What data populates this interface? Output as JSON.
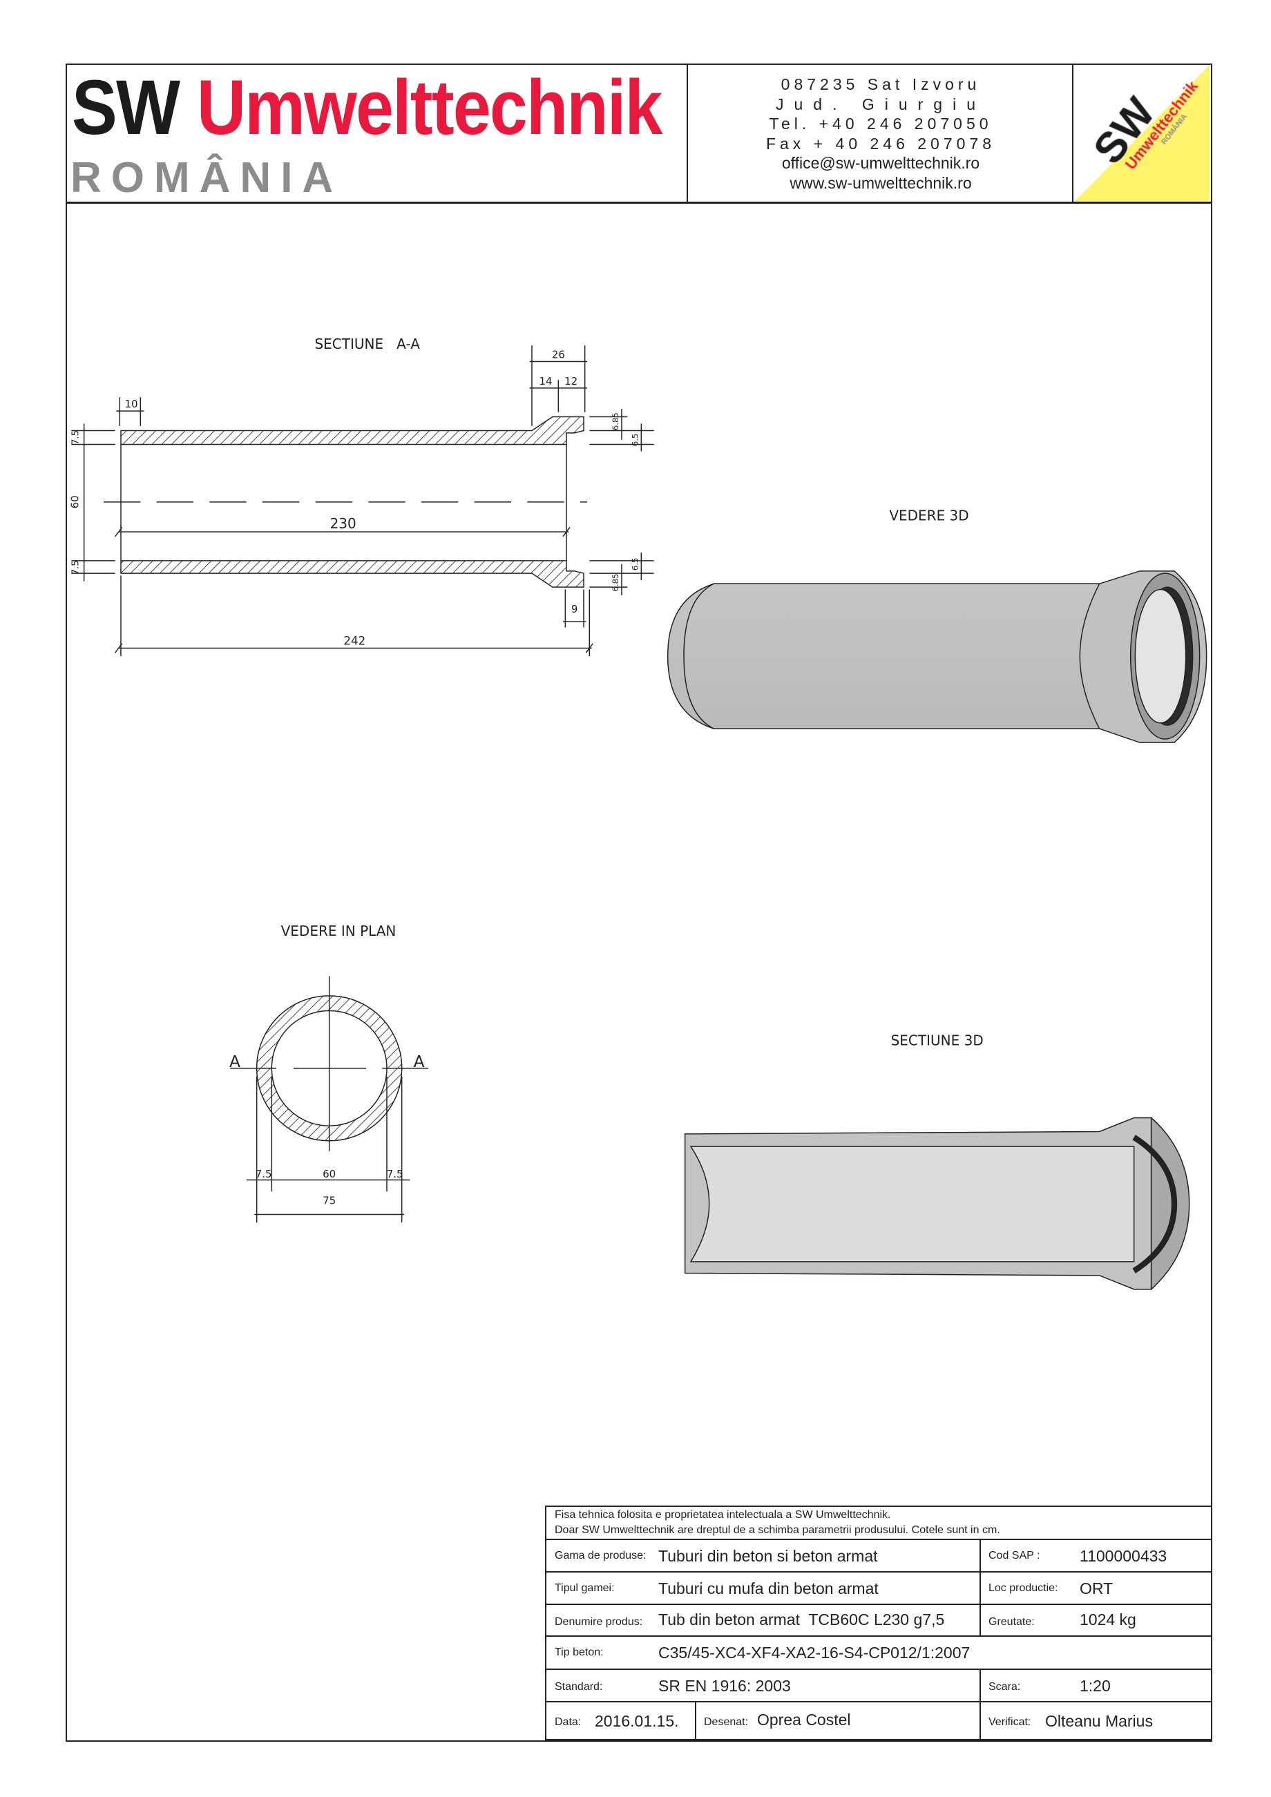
{
  "header": {
    "brand_sw": "SW",
    "brand_name": "Umwelttechnik",
    "brand_country": "ROMÂNIA",
    "contact": [
      "087235 Sat Izvoru",
      "Jud. Giurgiu",
      "Tel. +40 246 207050",
      "Fax + 40 246 207078",
      "office@sw-umwelttechnik.ro",
      "www.sw-umwelttechnik.ro"
    ],
    "logo": {
      "sw": "SW",
      "name": "Umwelttechnik",
      "country": "ROMÂNIA"
    },
    "colors": {
      "brand_red": "#e8193c",
      "logo_yellow": "#fff36b",
      "country_grey": "#8c8c8c"
    }
  },
  "drawings": {
    "section_aa": {
      "title": "SECTIUNE   A-A",
      "dims": {
        "d26": "26",
        "d14": "14",
        "d12": "12",
        "d10": "10",
        "d7_5_top": "7.5",
        "d60": "60",
        "d7_5_bot": "7.5",
        "d230": "230",
        "d242": "242",
        "d9": "9",
        "d6_85_top": "6.85",
        "d6_5_top": "6.5",
        "d6_85_bot": "6.85",
        "d6_5_bot": "6.5"
      }
    },
    "view_3d": {
      "title": "VEDERE 3D"
    },
    "plan_view": {
      "title": "VEDERE IN PLAN",
      "section_mark_left": "A",
      "section_mark_right": "A",
      "dims": {
        "d7_5_left": "7.5",
        "d60": "60",
        "d7_5_right": "7.5",
        "d75": "75"
      }
    },
    "section_3d": {
      "title": "SECTIUNE 3D"
    }
  },
  "title_block": {
    "note_line1": "Fisa tehnica folosita e proprietatea intelectuala a SW Umwelttechnik.",
    "note_line2": "Doar SW Umwelttechnik are dreptul de a schimba parametrii produsului. Cotele sunt in cm.",
    "gama_label": "Gama de produse:",
    "gama_value": "Tuburi din beton si beton armat",
    "sap_label": "Cod SAP :",
    "sap_value": "1100000433",
    "tip_gamei_label": "Tipul gamei:",
    "tip_gamei_value": "Tuburi cu mufa din beton armat",
    "loc_label": "Loc productie:",
    "loc_value": "ORT",
    "denumire_label": "Denumire produs:",
    "denumire_value": "Tub din beton armat  TCB60C L230 g7,5",
    "greutate_label": "Greutate:",
    "greutate_value": "1024 kg",
    "tip_beton_label": "Tip beton:",
    "tip_beton_value": "C35/45-XC4-XF4-XA2-16-S4-CP012/1:2007",
    "standard_label": "Standard:",
    "standard_value": "SR EN 1916: 2003",
    "scara_label": "Scara:",
    "scara_value": "1:20",
    "data_label": "Data:",
    "data_value": "2016.01.15.",
    "desenat_label": "Desenat:",
    "desenat_value": "Oprea Costel",
    "verificat_label": "Verificat:",
    "verificat_value": "Olteanu Marius"
  }
}
